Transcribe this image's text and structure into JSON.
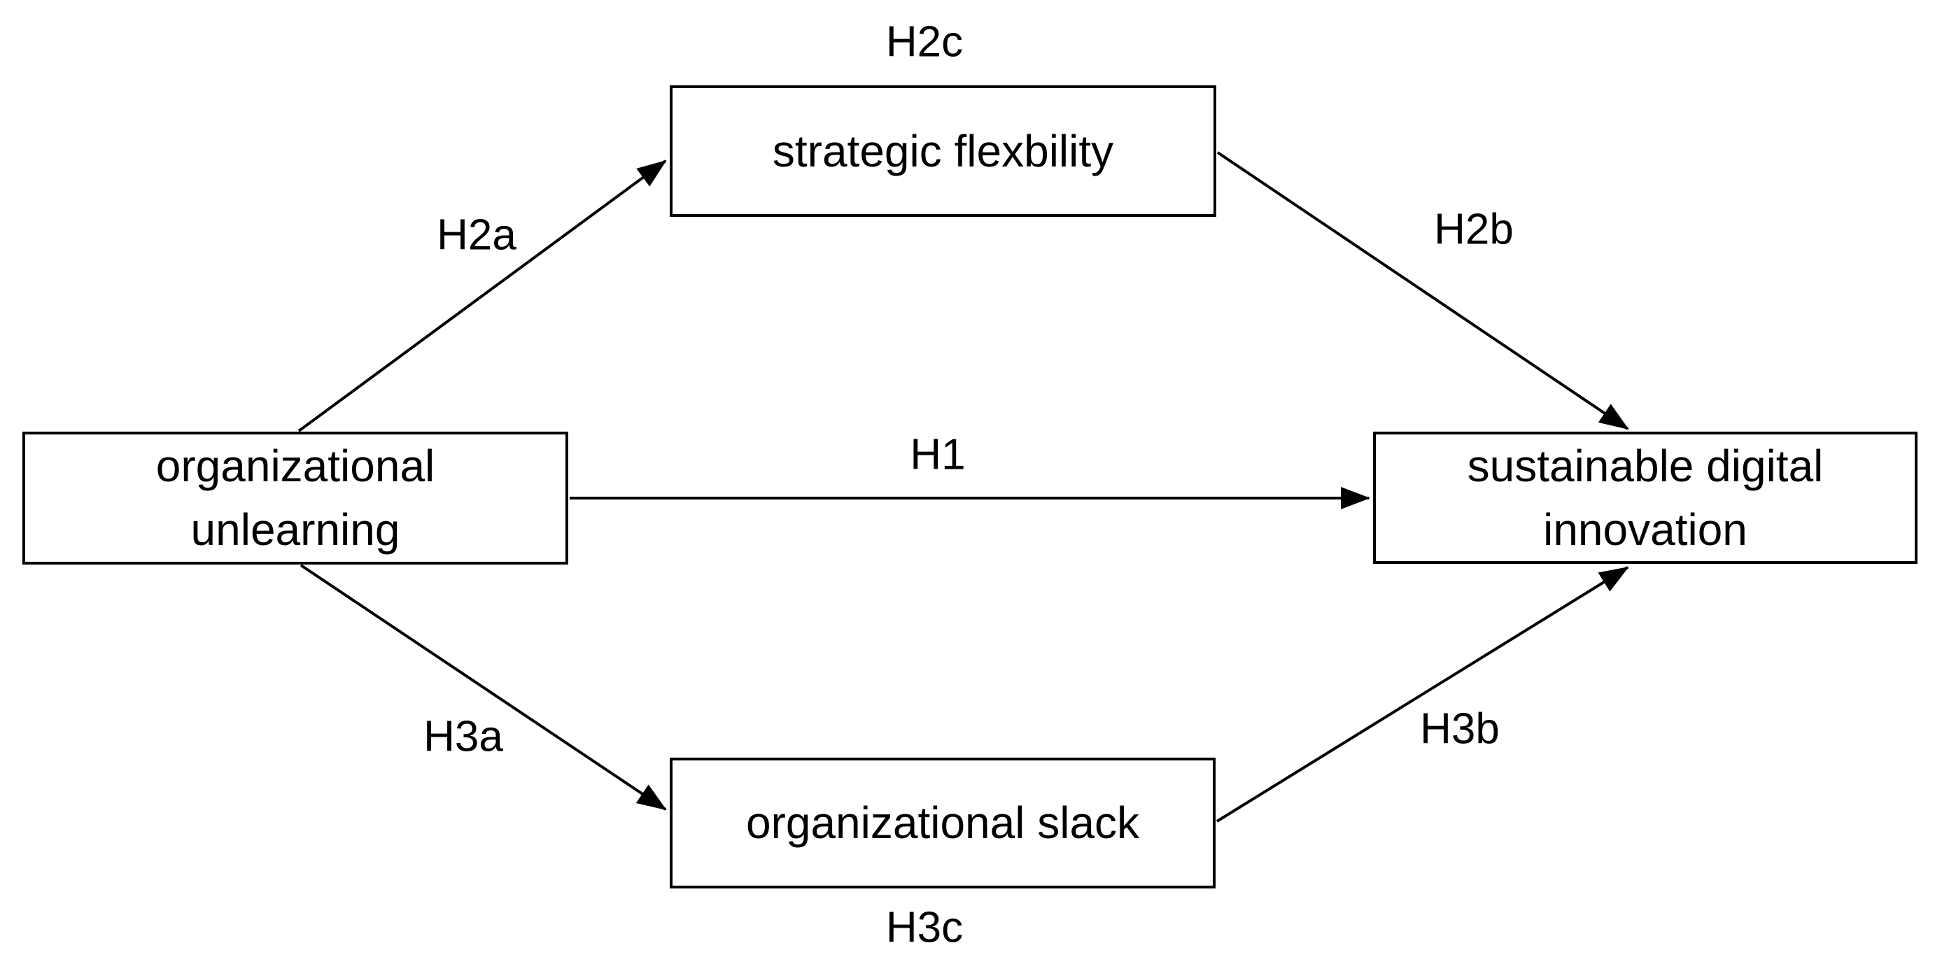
{
  "diagram": {
    "background_color": "#ffffff",
    "line_color": "#000000",
    "nodes": {
      "organizational_unlearning": {
        "line1": "organizational",
        "line2": "unlearning"
      },
      "strategic_flexibility": {
        "line1": "strategic flexbility"
      },
      "organizational_slack": {
        "line1": "organizational slack"
      },
      "sustainable_digital_innovation": {
        "line1": "sustainable digital",
        "line2": "innovation"
      }
    },
    "edges": {
      "h1": {
        "label": "H1"
      },
      "h2a": {
        "label": "H2a"
      },
      "h2b": {
        "label": "H2b"
      },
      "h2c": {
        "label": "H2c"
      },
      "h3a": {
        "label": "H3a"
      },
      "h3b": {
        "label": "H3b"
      },
      "h3c": {
        "label": "H3c"
      }
    }
  }
}
